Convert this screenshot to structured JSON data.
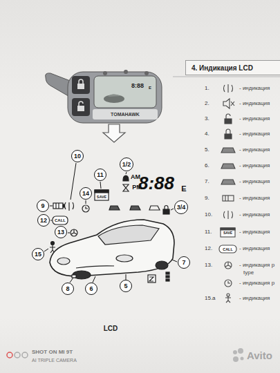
{
  "diagram": {
    "nodes": [
      {
        "text": [
          "4. Индикация LCD"
        ]
      },
      {
        "text": [
          "10"
        ]
      },
      {
        "text": [
          "1/2"
        ]
      },
      {
        "text": [
          "11"
        ]
      },
      {
        "text": [
          "14"
        ]
      },
      {
        "text": [
          "9"
        ]
      },
      {
        "text": [
          "3/4"
        ]
      },
      {
        "text": [
          "12"
        ]
      },
      {
        "text": [
          "13"
        ]
      },
      {
        "text": [
          "15"
        ]
      },
      {
        "text": [
          "7"
        ]
      },
      {
        "text": [
          "8"
        ]
      },
      {
        "text": [
          "6"
        ]
      },
      {
        "text": [
          "5"
        ]
      }
    ],
    "labels": [
      "TOMAHAWK",
      "8:88",
      "E",
      "AM",
      "PM",
      "8:88",
      "E",
      "SAVE",
      "CALL",
      "LCD",
      "1.",
      "- индикация",
      "2.",
      "- индикация",
      "3.",
      "- индикация",
      "4.",
      "- индикация",
      "5.",
      "- индикация",
      "6.",
      "- индикация",
      "7.",
      "- индикация",
      "9.",
      "- индикация",
      "10.",
      "- индикация",
      "11.",
      "SAVE",
      "- индикация",
      "12.",
      "CALL",
      "- индикация",
      "13.",
      "- индикация р",
      "type",
      "- индикация р",
      "15.a",
      "- индикация",
      "SHOT ON MI 9T",
      "AI TRIPLE CAMERA",
      "Avito"
    ]
  }
}
